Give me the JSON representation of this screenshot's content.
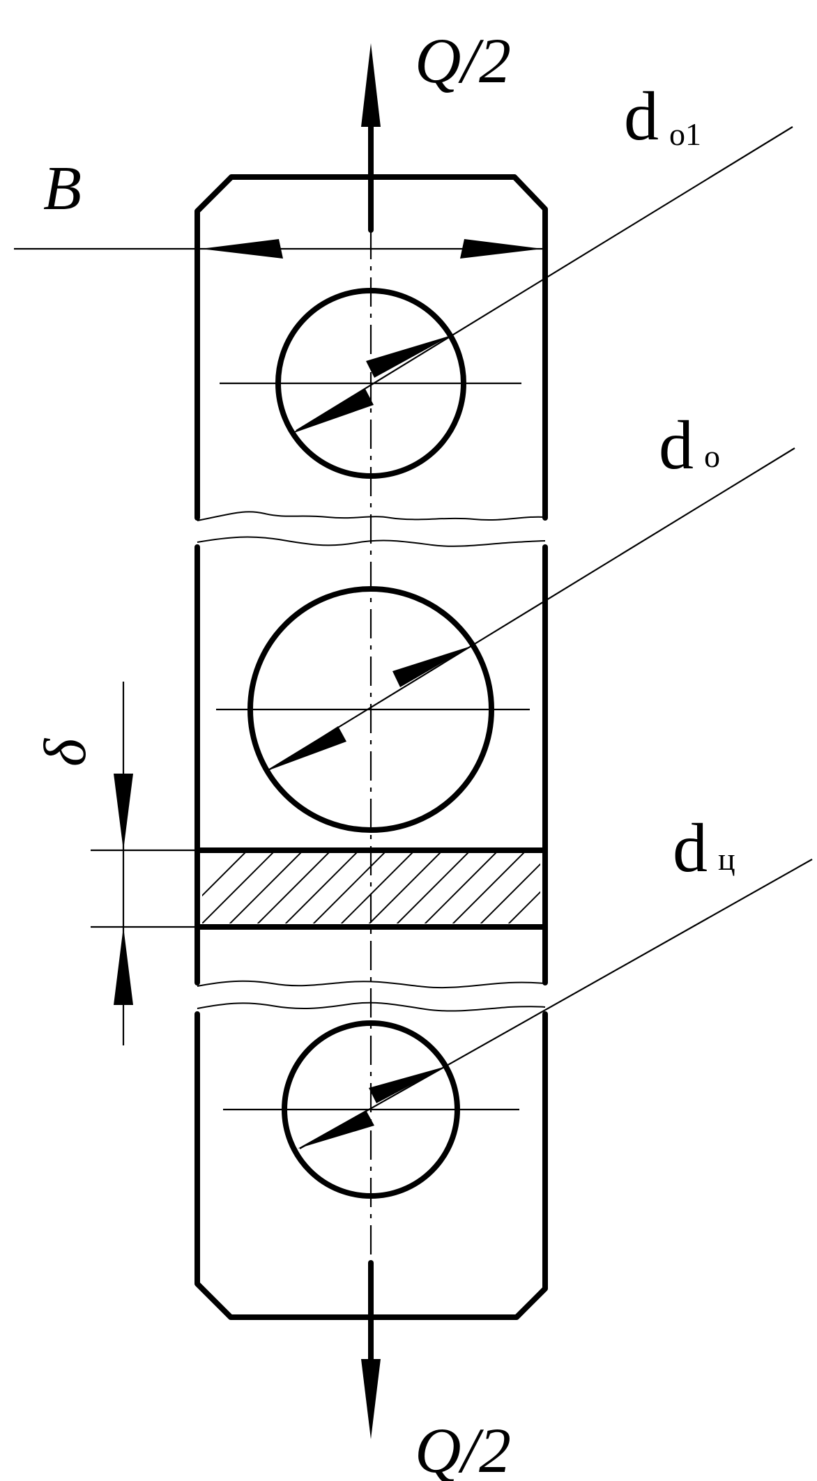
{
  "diagram": {
    "labels": {
      "load_top": "Q/2",
      "load_bottom": "Q/2",
      "width": "B",
      "thickness": "δ",
      "hole_top_main": "d",
      "hole_top_sub": "o1",
      "hole_middle_main": "d",
      "hole_middle_sub": "o",
      "hole_bottom_main": "d",
      "hole_bottom_sub": "ц"
    }
  }
}
